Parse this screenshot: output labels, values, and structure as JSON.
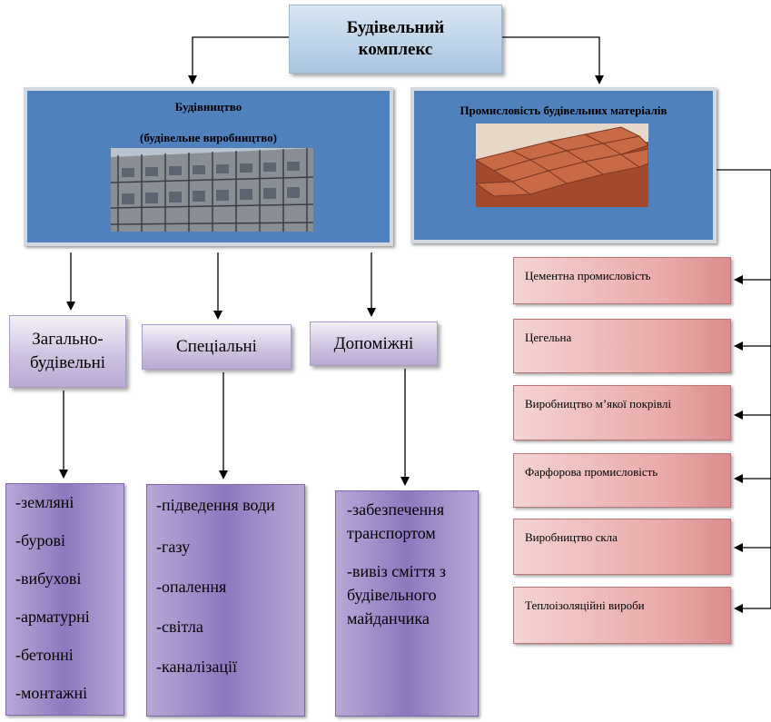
{
  "root": {
    "line1": "Будівельний",
    "line2": "комплекс"
  },
  "construction": {
    "title1": "Будівництво",
    "title2": "(будівельне виробництво)"
  },
  "materials": {
    "title": "Промисловість будівельних матеріалів"
  },
  "categories": [
    {
      "line1": "Загально-",
      "line2": "будівельні"
    },
    {
      "line1": "Спеціальні"
    },
    {
      "line1": "Допоміжні"
    }
  ],
  "lists": [
    {
      "items": [
        "-земляні",
        "-бурові",
        "-вибухові",
        "-арматурні",
        "-бетонні",
        "-монтажні"
      ]
    },
    {
      "items": [
        "-підведення води",
        "-газу",
        "-опалення",
        "-світла",
        "-каналізації"
      ]
    },
    {
      "items": [
        "-забезпечення",
        "транспортом",
        "-вивіз сміття з",
        "будівельного",
        "майданчика"
      ]
    }
  ],
  "industries": [
    "Цементна промисловість",
    "Цегельна",
    "Виробництво м’якої покрівлі",
    "Фарфорова промисловість",
    "Виробництво скла",
    "Теплоізоляційні вироби"
  ],
  "colors": {
    "panel_blue": "#4f81bd",
    "category_lavender": "#cfc4e0",
    "list_purple": "#8d78be",
    "industry_pink": "#e9a9a9"
  }
}
